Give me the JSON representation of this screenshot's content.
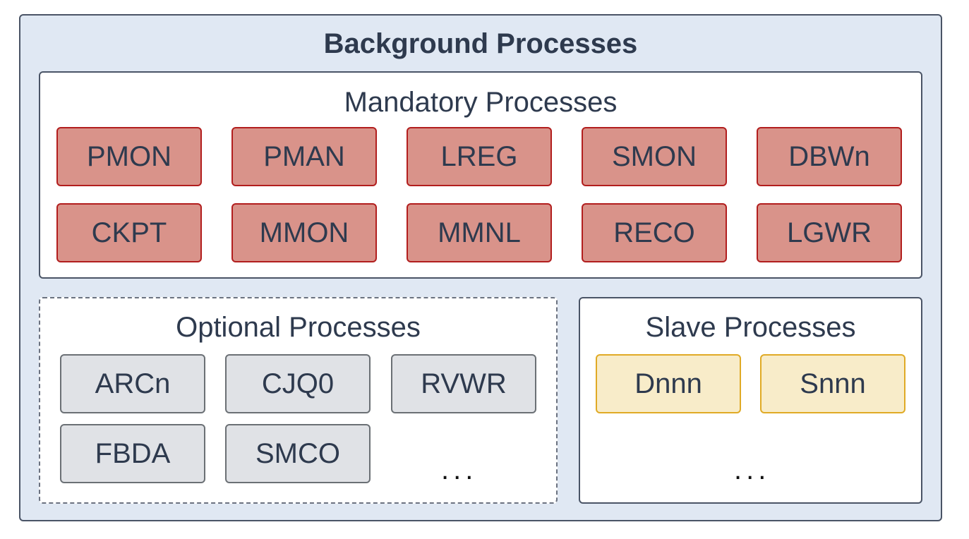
{
  "title": "Background Processes",
  "mandatory": {
    "title": "Mandatory Processes",
    "items": [
      "PMON",
      "PMAN",
      "LREG",
      "SMON",
      "DBWn",
      "CKPT",
      "MMON",
      "MMNL",
      "RECO",
      "LGWR"
    ]
  },
  "optional": {
    "title": "Optional Processes",
    "items": [
      "ARCn",
      "CJQ0",
      "RVWR",
      "FBDA",
      "SMCO"
    ],
    "ellipsis": "..."
  },
  "slave": {
    "title": "Slave Processes",
    "items": [
      "Dnnn",
      "Snnn"
    ],
    "ellipsis": "..."
  },
  "colors": {
    "outer_fill": "#e0e8f3",
    "mandatory_fill": "#d9938a",
    "mandatory_border": "#b21e1e",
    "optional_fill": "#e0e2e6",
    "optional_border": "#6b7075",
    "slave_fill": "#f8ecc9",
    "slave_border": "#e0aa25"
  }
}
